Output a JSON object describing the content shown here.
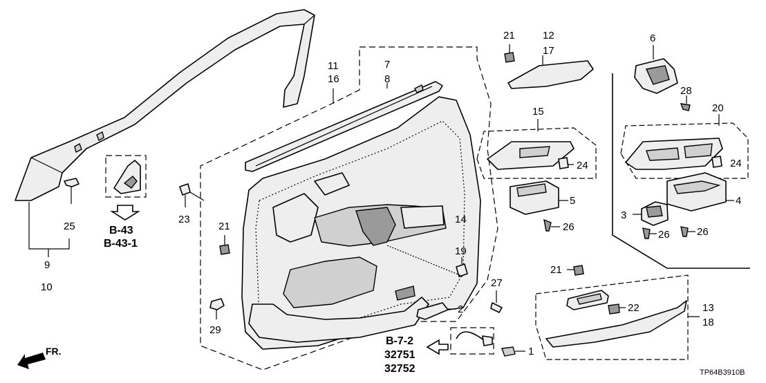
{
  "diagram": {
    "code": "TP64B3910B",
    "front_label": "FR.",
    "callouts": {
      "c1": "1",
      "c2": "2",
      "c3": "3",
      "c4": "4",
      "c5": "5",
      "c6": "6",
      "c7": "7",
      "c8": "8",
      "c9": "9",
      "c10": "10",
      "c11": "11",
      "c12": "12",
      "c13": "13",
      "c14": "14",
      "c15": "15",
      "c16": "16",
      "c17": "17",
      "c18": "18",
      "c19": "19",
      "c20": "20",
      "c21a": "21",
      "c21b": "21",
      "c21c": "21",
      "c22": "22",
      "c23": "23",
      "c24a": "24",
      "c24b": "24",
      "c25": "25",
      "c26a": "26",
      "c26b": "26",
      "c26c": "26",
      "c27": "27",
      "c28": "28",
      "c29": "29"
    },
    "references": {
      "b43": "B-43",
      "b431": "B-43-1",
      "b72": "B-7-2",
      "p32751": "32751",
      "p32752": "32752"
    }
  }
}
